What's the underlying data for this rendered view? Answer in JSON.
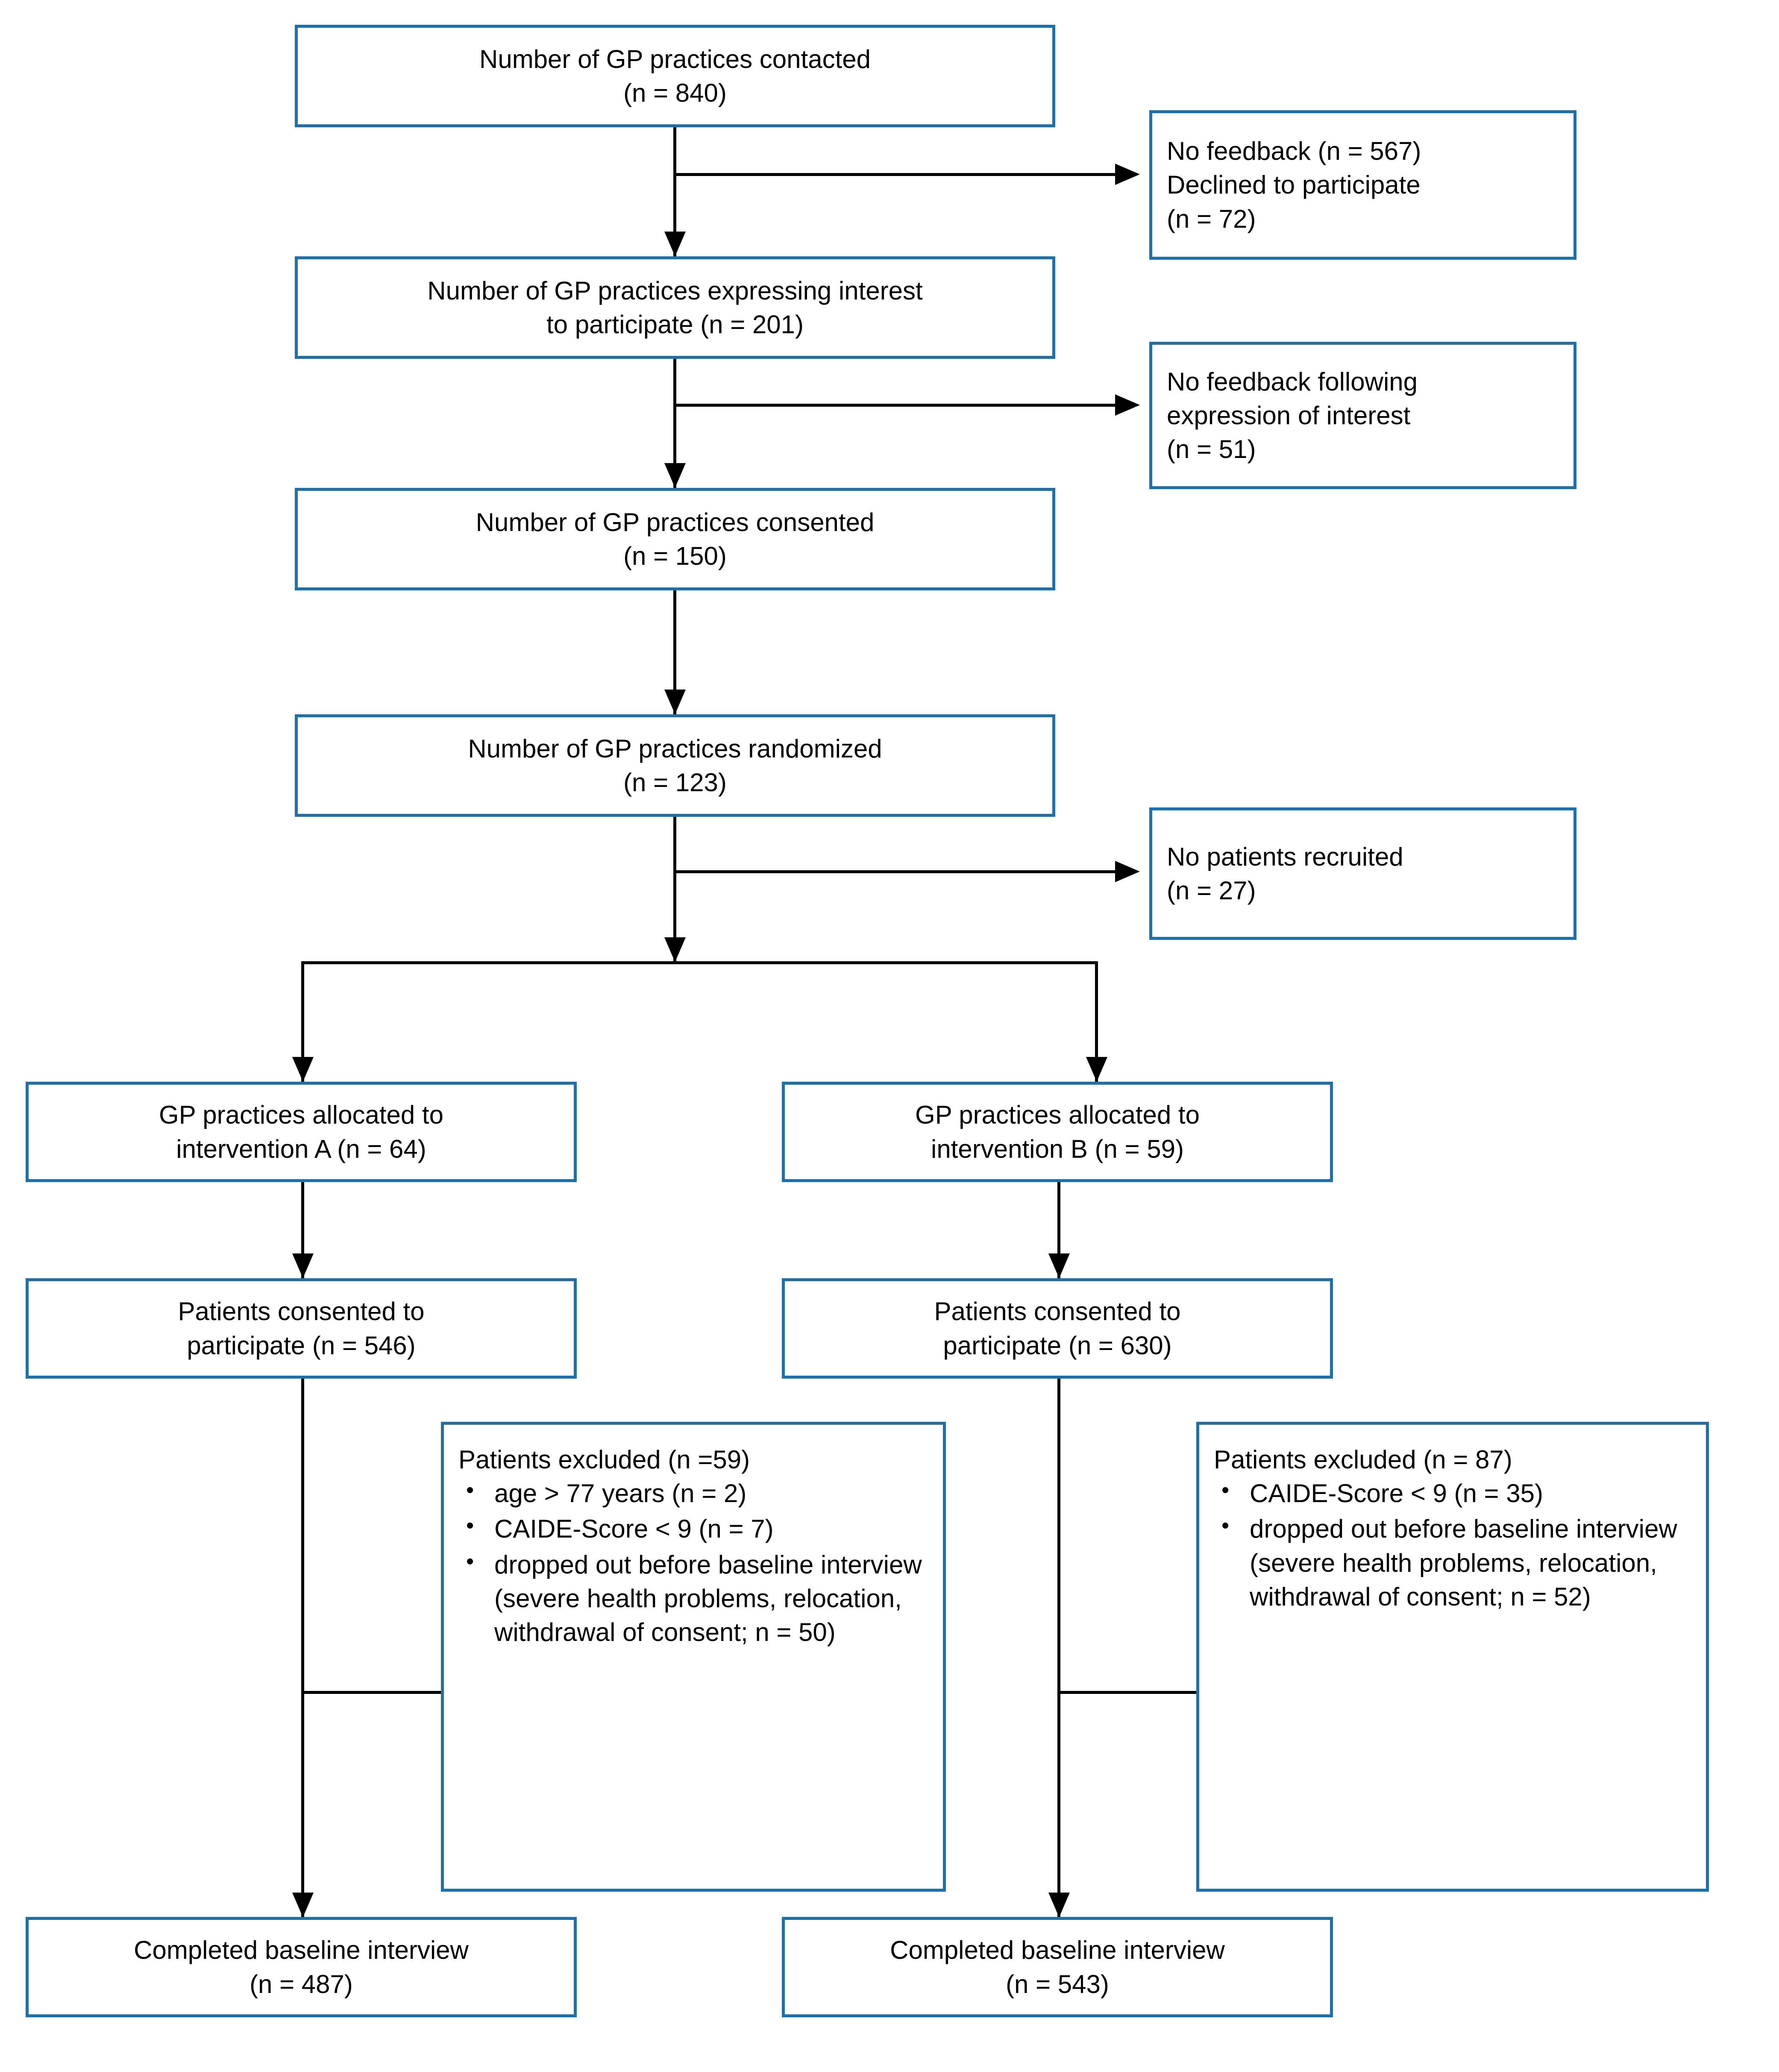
{
  "diagram": {
    "title": "CONSORT participant flow diagram",
    "accent_color": "#1f6fa8",
    "line_color": "#000000",
    "background_color": "#ffffff"
  },
  "nodes": {
    "contacted": {
      "line1": "Number of GP practices contacted",
      "line2": "(n = 840)"
    },
    "excluded_contact": {
      "line1": "No feedback (n = 567)",
      "line2": "Declined to participate",
      "line3": "(n = 72)"
    },
    "interest": {
      "line1": "Number of GP practices expressing interest",
      "line2": "to participate (n = 201)"
    },
    "excluded_interest": {
      "line1": "No feedback following",
      "line2": "expression of interest",
      "line3": "(n = 51)"
    },
    "consented": {
      "line1": "Number of GP practices consented",
      "line2": "(n = 150)"
    },
    "randomized": {
      "line1": "Number of GP practices randomized",
      "line2": "(n = 123)"
    },
    "no_patients": {
      "line1": "No patients recruited",
      "line2": "(n = 27)"
    },
    "alloc_a": {
      "line1": "GP practices allocated to",
      "line2": "intervention A (n = 64)"
    },
    "alloc_b": {
      "line1": "GP practices allocated to",
      "line2": "intervention B (n = 59)"
    },
    "pat_consent_a": {
      "line1": "Patients consented to",
      "line2": "participate (n = 546)"
    },
    "pat_consent_b": {
      "line1": "Patients consented to",
      "line2": "participate (n = 630)"
    },
    "excluded_a": {
      "heading": "Patients excluded (n =59)",
      "bullets": [
        "age > 77 years (n = 2)",
        "CAIDE-Score < 9 (n = 7)",
        "dropped out before baseline interview (severe health problems, relocation, withdrawal of consent; n = 50)"
      ]
    },
    "excluded_b": {
      "heading": "Patients excluded (n = 87)",
      "bullets": [
        "CAIDE-Score < 9 (n = 35)",
        "dropped out before baseline interview (severe health problems, relocation, withdrawal of consent; n = 52)"
      ]
    },
    "completed_a": {
      "line1": "Completed baseline interview",
      "line2": "(n = 487)"
    },
    "completed_b": {
      "line1": "Completed baseline interview",
      "line2": "(n = 543)"
    }
  },
  "flow_data": {
    "type": "flowchart",
    "stages": [
      {
        "id": "contacted",
        "label": "Number of GP practices contacted",
        "n": 840
      },
      {
        "id": "interest",
        "label": "Number of GP practices expressing interest to participate",
        "n": 201
      },
      {
        "id": "consented",
        "label": "Number of GP practices consented",
        "n": 150
      },
      {
        "id": "randomized",
        "label": "Number of GP practices randomized",
        "n": 123
      },
      {
        "id": "alloc_a",
        "label": "GP practices allocated to intervention A",
        "n": 64
      },
      {
        "id": "alloc_b",
        "label": "GP practices allocated to intervention B",
        "n": 59
      },
      {
        "id": "pat_consent_a",
        "label": "Patients consented to participate (arm A)",
        "n": 546
      },
      {
        "id": "pat_consent_b",
        "label": "Patients consented to participate (arm B)",
        "n": 630
      },
      {
        "id": "completed_a",
        "label": "Completed baseline interview (arm A)",
        "n": 487
      },
      {
        "id": "completed_b",
        "label": "Completed baseline interview (arm B)",
        "n": 543
      }
    ],
    "exclusions": [
      {
        "from": "contacted",
        "reasons": [
          {
            "label": "No feedback",
            "n": 567
          },
          {
            "label": "Declined to participate",
            "n": 72
          }
        ]
      },
      {
        "from": "interest",
        "reasons": [
          {
            "label": "No feedback following expression of interest",
            "n": 51
          }
        ]
      },
      {
        "from": "randomized",
        "reasons": [
          {
            "label": "No patients recruited",
            "n": 27
          }
        ]
      },
      {
        "from": "pat_consent_a",
        "total": 59,
        "reasons": [
          {
            "label": "age > 77 years",
            "n": 2
          },
          {
            "label": "CAIDE-Score < 9",
            "n": 7
          },
          {
            "label": "dropped out before baseline interview (severe health problems, relocation, withdrawal of consent)",
            "n": 50
          }
        ]
      },
      {
        "from": "pat_consent_b",
        "total": 87,
        "reasons": [
          {
            "label": "CAIDE-Score < 9",
            "n": 35
          },
          {
            "label": "dropped out before baseline interview (severe health problems, relocation, withdrawal of consent)",
            "n": 52
          }
        ]
      }
    ]
  }
}
